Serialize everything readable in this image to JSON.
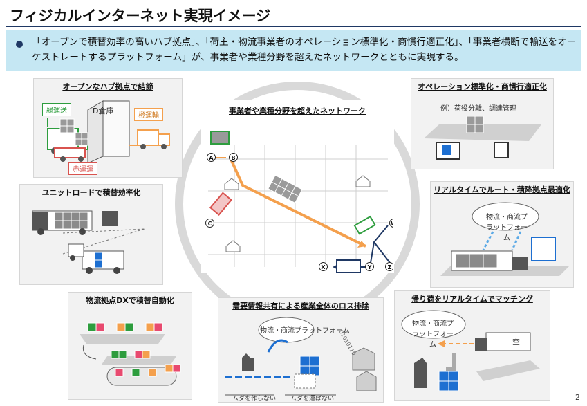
{
  "title": "フィジカルインターネット実現イメージ",
  "summary": "「オープンで積替効率の高いハブ拠点」、「荷主・物流事業者のオペレーション標準化・商慣行適正化」、「事業者横断で輸送をオーケストレートするプラットフォーム」が、事業者や業種分野を超えたネットワークとともに実現する。",
  "panels": {
    "hub": {
      "title": "オープンなハブ拠点で結節",
      "green_label": "緑運送",
      "warehouse_label": "D倉庫",
      "orange_label": "橙運輸",
      "red_label": "赤運運"
    },
    "unit_load": {
      "title": "ユニットロードで積替効率化"
    },
    "dx": {
      "title": "物流拠点DXで積替自動化"
    },
    "network": {
      "title": "事業者や業種分野を超えたネットワーク",
      "nodes": [
        "A",
        "B",
        "C",
        "W",
        "X",
        "Y",
        "Z"
      ]
    },
    "demand": {
      "title": "需要情報共有による産業全体のロス排除",
      "platform_label": "物流・商流プラットフォーム",
      "binary": "01010110",
      "waste_left": "ムダを作らない",
      "waste_right": "ムダを運ばない"
    },
    "operation": {
      "title": "オペレーション標準化・商慣行適正化",
      "example": "例）荷役分離、調達管理"
    },
    "realtime_route": {
      "title": "リアルタイムでルート・積降拠点最適化",
      "platform_label": "物流・商流プラットフォーム"
    },
    "return_cargo": {
      "title": "帰り荷をリアルタイムでマッチング",
      "platform_label": "物流・商流プラットフォーム",
      "empty_label": "空"
    }
  },
  "page_number": "2",
  "colors": {
    "navy": "#1f3864",
    "banner": "#c5e7f3",
    "orange": "#f4a04d",
    "green": "#2e9d3e",
    "red": "#d9534f",
    "blue": "#1d6fd1"
  }
}
